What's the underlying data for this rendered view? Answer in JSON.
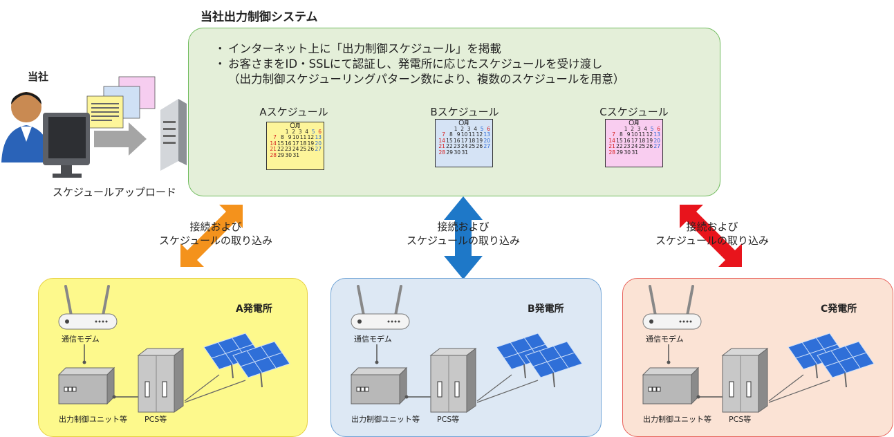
{
  "header": {
    "system_title": "当社出力制御システム"
  },
  "company": {
    "label": "当社",
    "upload_label": "スケジュールアップロード"
  },
  "system": {
    "bullets": [
      "インターネット上に「出力制御スケジュール」を掲載",
      "お客さまをID・SSLにて認証し、発電所に応じたスケジュールを受け渡し"
    ],
    "note": "（出力制御スケジューリングパターン数により、複数のスケジュールを用意）",
    "bullet_mark": "・"
  },
  "schedules": [
    {
      "label": "Aスケジュール",
      "color": "#fdf59a"
    },
    {
      "label": "Bスケジュール",
      "color": "#d5e3f5"
    },
    {
      "label": "Cスケジュール",
      "color": "#f9cdf0"
    }
  ],
  "calendar": {
    "month": "〇月",
    "rows": [
      [
        "",
        "",
        "1",
        "2",
        "3",
        "4",
        "5",
        "6"
      ],
      [
        "7",
        "8",
        "9",
        "10",
        "11",
        "12",
        "13"
      ],
      [
        "14",
        "15",
        "16",
        "17",
        "18",
        "19",
        "20"
      ],
      [
        "21",
        "22",
        "23",
        "24",
        "25",
        "26",
        "27"
      ],
      [
        "28",
        "29",
        "30",
        "31"
      ]
    ]
  },
  "connection": {
    "line1": "接続および",
    "line2": "スケジュールの取り込み"
  },
  "arrow_colors": {
    "a": "#f4921c",
    "b": "#1e78c8",
    "c": "#e8141c"
  },
  "plants": [
    {
      "name": "A発電所",
      "bg": "#fdf98c",
      "border": "#e6cf40"
    },
    {
      "name": "B発電所",
      "bg": "#dde8f4",
      "border": "#6fa3d6"
    },
    {
      "name": "C発電所",
      "bg": "#fbe3d5",
      "border": "#e8615a"
    }
  ],
  "equipment": {
    "modem": "通信モデム",
    "unit": "出力制御ユニット等",
    "pcs": "PCS等"
  }
}
